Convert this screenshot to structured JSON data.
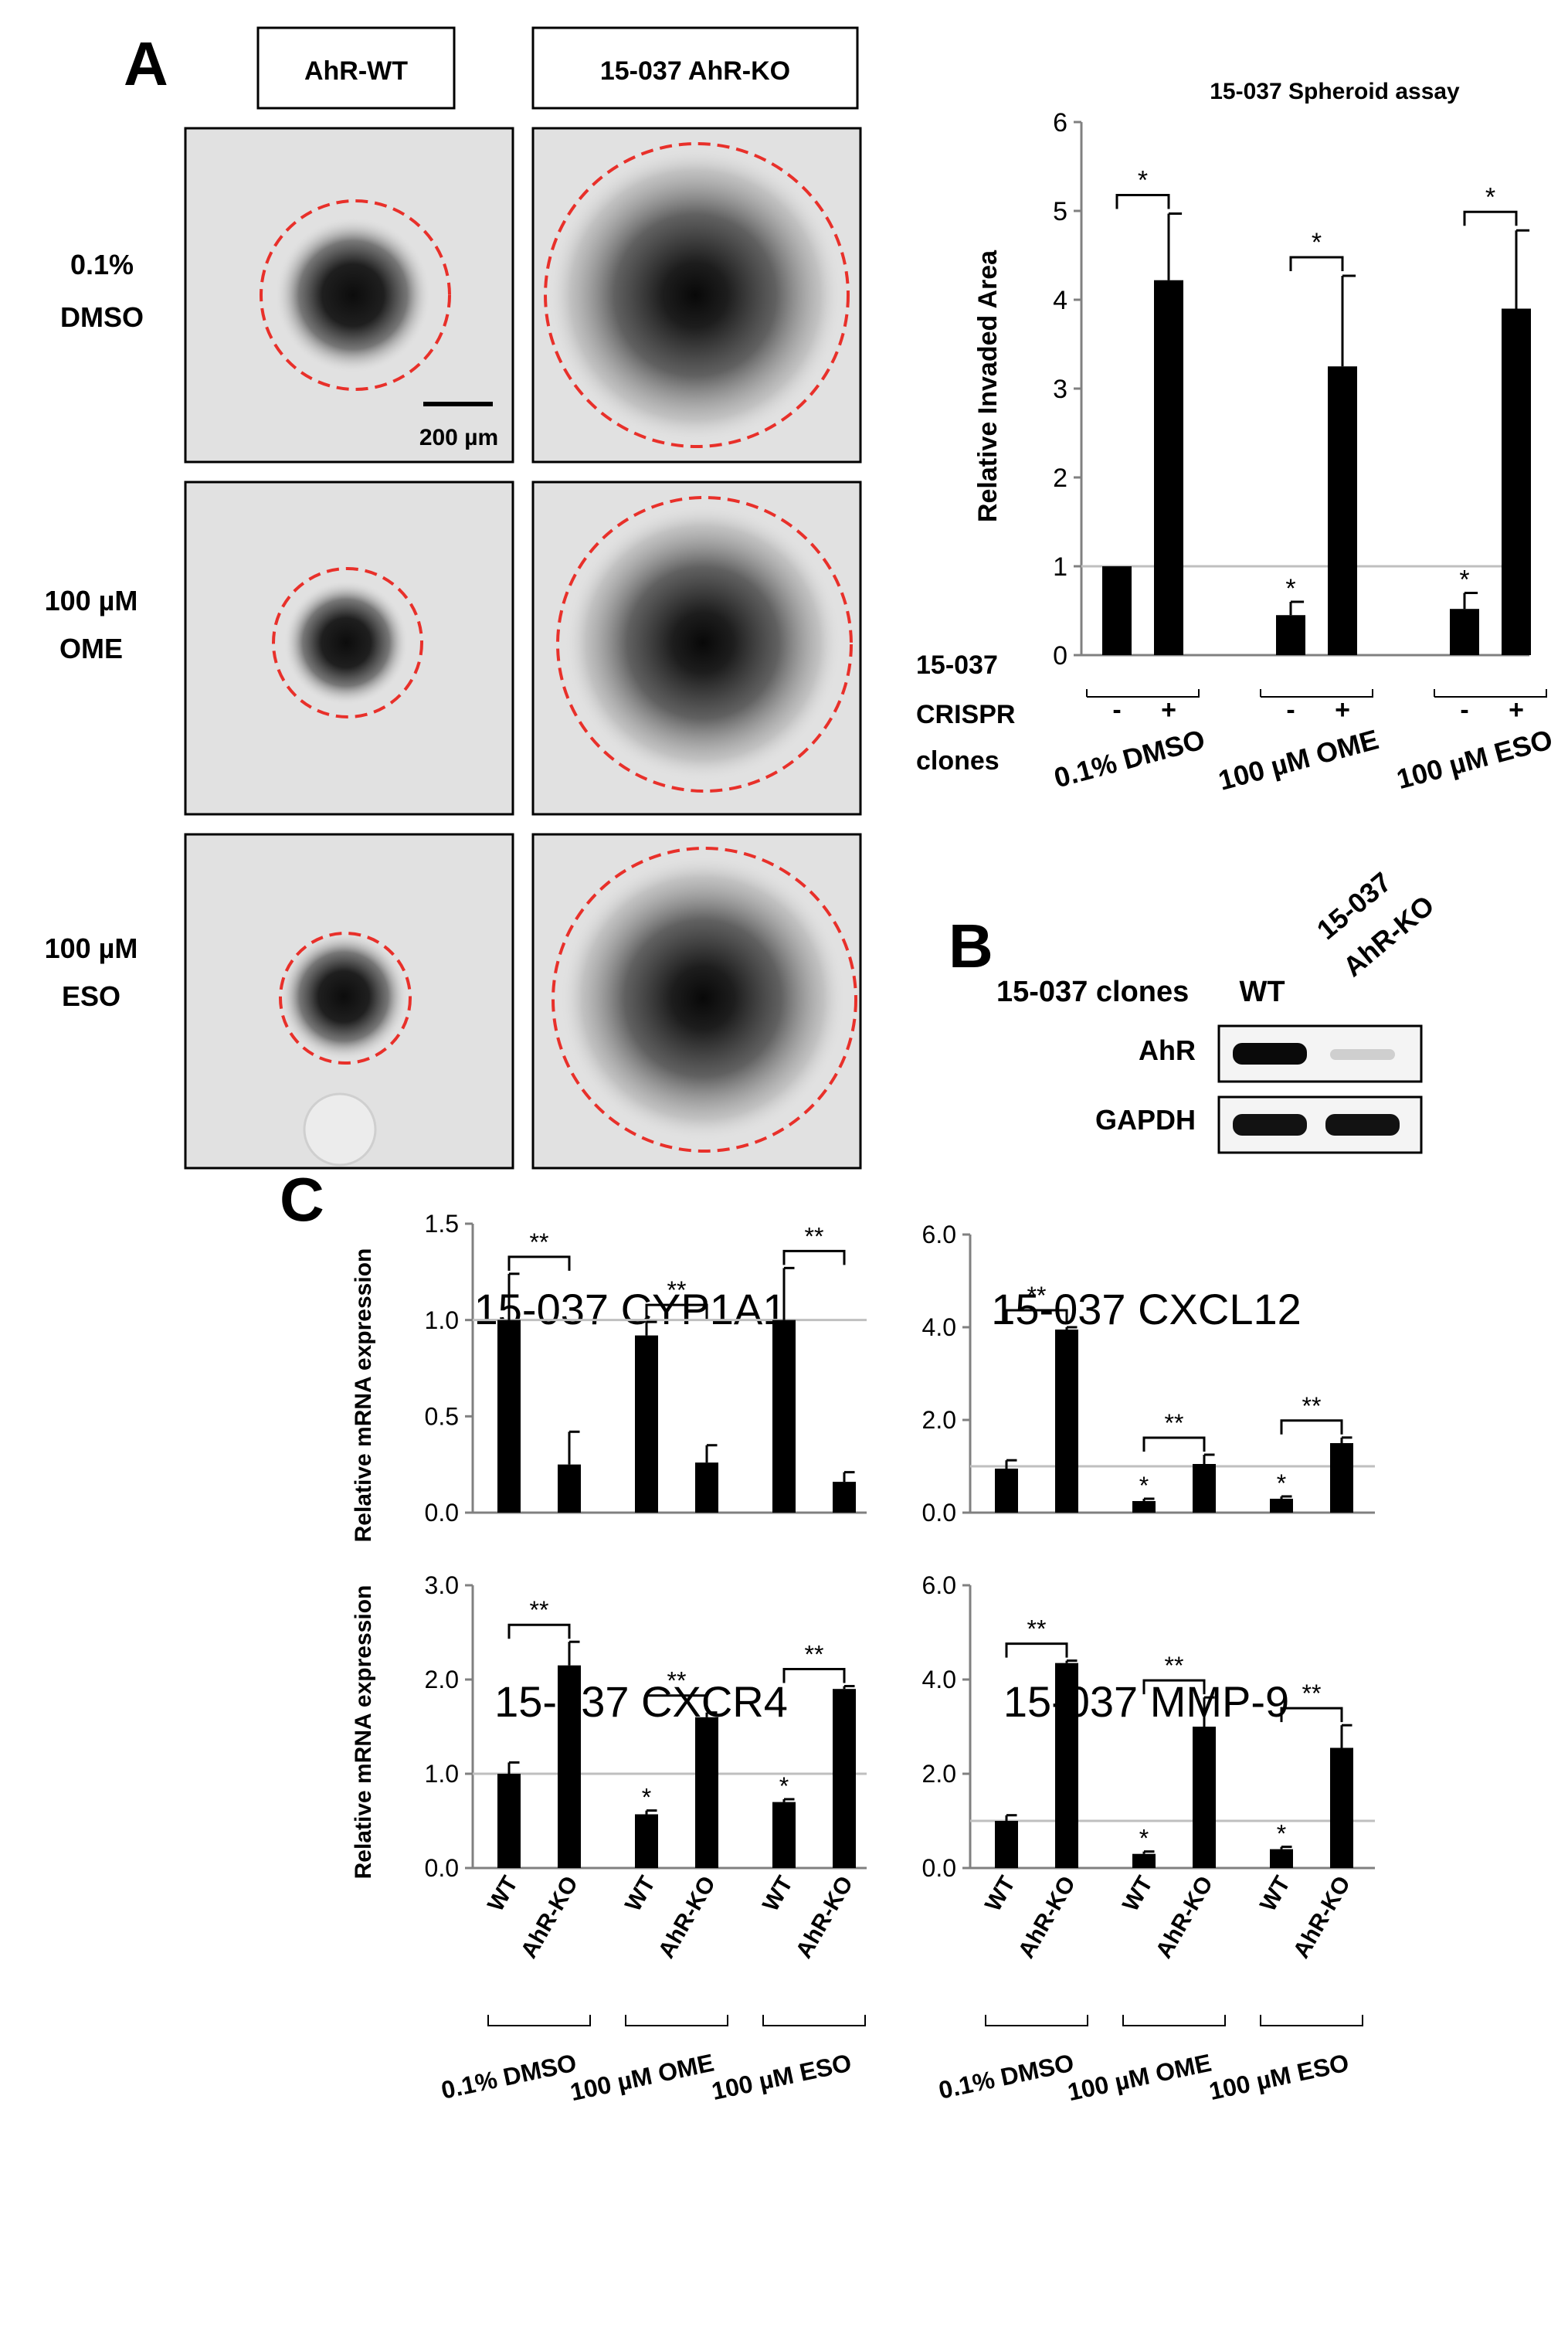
{
  "panel_labels": {
    "a": "A",
    "b": "B",
    "c": "C"
  },
  "micrographs": {
    "col_headers": [
      "AhR-WT",
      "15-037 AhR-KO"
    ],
    "row_labels": [
      [
        "0.1%",
        "DMSO"
      ],
      [
        "100 µM",
        "OME"
      ],
      [
        "100 µM",
        "ESO"
      ]
    ],
    "scale_bar": "200 µm",
    "circle_color": "#e8302a"
  },
  "western": {
    "header_label": "15-037 clones",
    "lane_labels": [
      "WT",
      "15-037",
      "AhR-KO"
    ],
    "rows": [
      "AhR",
      "GAPDH"
    ],
    "band_intensity": {
      "AhR": [
        1.0,
        0.12
      ],
      "GAPDH": [
        0.9,
        0.9
      ]
    }
  },
  "colors": {
    "bar": "#000000",
    "refline": "#bfbfbf",
    "axis": "#808080"
  },
  "chart_data": [
    {
      "type": "bar",
      "title": "15-037 Spheroid  assay",
      "ylabel": "Relative Invaded Area",
      "ylim": [
        0,
        6
      ],
      "yticks": [
        "0",
        "1",
        "2",
        "3",
        "4",
        "5",
        "6"
      ],
      "grid": false,
      "reference_line": 1,
      "row_label_lines": [
        "15-037",
        "CRISPR",
        "clones"
      ],
      "condition_row": [
        "-",
        "+",
        "-",
        "+",
        "-",
        "+"
      ],
      "groups": [
        "0.1% DMSO",
        "100 µM  OME",
        "100 µM  ESO"
      ],
      "values": [
        1.0,
        4.22,
        0.45,
        3.25,
        0.52,
        3.9
      ],
      "errors": [
        0,
        0.75,
        0.15,
        1.02,
        0.18,
        0.88
      ],
      "significance": [
        {
          "bars": [
            0,
            1
          ],
          "label": "*"
        },
        {
          "bars": [
            2,
            3
          ],
          "label": "*"
        },
        {
          "bars": [
            4,
            5
          ],
          "label": "*"
        },
        {
          "bar": 2,
          "label": "*"
        },
        {
          "bar": 4,
          "label": "*"
        }
      ]
    },
    {
      "type": "bar",
      "title": "15-037 CYP1A1",
      "ylabel": "Relative mRNA expression",
      "ylim": [
        0,
        1.5
      ],
      "yticks": [
        "0.0",
        "0.5",
        "1.0",
        "1.5"
      ],
      "grid": false,
      "reference_line": 1,
      "values": [
        1.0,
        0.25,
        0.92,
        0.26,
        1.0,
        0.16
      ],
      "errors": [
        0.24,
        0.17,
        0.07,
        0.09,
        0.27,
        0.05
      ],
      "significance": [
        {
          "bars": [
            0,
            1
          ],
          "label": "**"
        },
        {
          "bars": [
            2,
            3
          ],
          "label": "**"
        },
        {
          "bars": [
            4,
            5
          ],
          "label": "**"
        }
      ]
    },
    {
      "type": "bar",
      "title": "15-037 CXCL12",
      "ylabel": "",
      "ylim": [
        0,
        6
      ],
      "yticks": [
        "0.0",
        "2.0",
        "4.0",
        "6.0"
      ],
      "grid": false,
      "reference_line": 1,
      "values": [
        0.95,
        3.95,
        0.25,
        1.05,
        0.3,
        1.5
      ],
      "errors": [
        0.18,
        0.05,
        0.05,
        0.2,
        0.05,
        0.12
      ],
      "significance": [
        {
          "bars": [
            0,
            1
          ],
          "label": "**"
        },
        {
          "bars": [
            2,
            3
          ],
          "label": "**"
        },
        {
          "bars": [
            4,
            5
          ],
          "label": "**"
        },
        {
          "bar": 2,
          "label": "*"
        },
        {
          "bar": 4,
          "label": "*"
        }
      ]
    },
    {
      "type": "bar",
      "title": "15-037 CXCR4",
      "ylabel": "Relative mRNA expression",
      "ylim": [
        0,
        3
      ],
      "yticks": [
        "0.0",
        "1.0",
        "2.0",
        "3.0"
      ],
      "grid": false,
      "reference_line": 1,
      "categories": [
        "WT",
        "AhR-KO",
        "WT",
        "AhR-KO",
        "WT",
        "AhR-KO"
      ],
      "groups": [
        "0.1% DMSO",
        "100 µM OME",
        "100 µM ESO"
      ],
      "values": [
        1.0,
        2.15,
        0.57,
        1.6,
        0.7,
        1.9
      ],
      "errors": [
        0.12,
        0.25,
        0.04,
        0.05,
        0.03,
        0.03
      ],
      "significance": [
        {
          "bars": [
            0,
            1
          ],
          "label": "**"
        },
        {
          "bars": [
            2,
            3
          ],
          "label": "**"
        },
        {
          "bars": [
            4,
            5
          ],
          "label": "**"
        },
        {
          "bar": 2,
          "label": "*"
        },
        {
          "bar": 4,
          "label": "*"
        }
      ]
    },
    {
      "type": "bar",
      "title": "15-037 MMP-9",
      "ylabel": "",
      "ylim": [
        0,
        6
      ],
      "yticks": [
        "0.0",
        "2.0",
        "4.0",
        "6.0"
      ],
      "grid": false,
      "reference_line": 1,
      "categories": [
        "WT",
        "AhR-KO",
        "WT",
        "AhR-KO",
        "WT",
        "AhR-KO"
      ],
      "groups": [
        "0.1% DMSO",
        "100 µM OME",
        "100 µM ESO"
      ],
      "values": [
        1.0,
        4.35,
        0.3,
        3.0,
        0.4,
        2.55
      ],
      "errors": [
        0.12,
        0.05,
        0.05,
        0.62,
        0.05,
        0.48
      ],
      "significance": [
        {
          "bars": [
            0,
            1
          ],
          "label": "**"
        },
        {
          "bars": [
            2,
            3
          ],
          "label": "**"
        },
        {
          "bars": [
            4,
            5
          ],
          "label": "**"
        },
        {
          "bar": 2,
          "label": "*"
        },
        {
          "bar": 4,
          "label": "*"
        }
      ]
    }
  ]
}
